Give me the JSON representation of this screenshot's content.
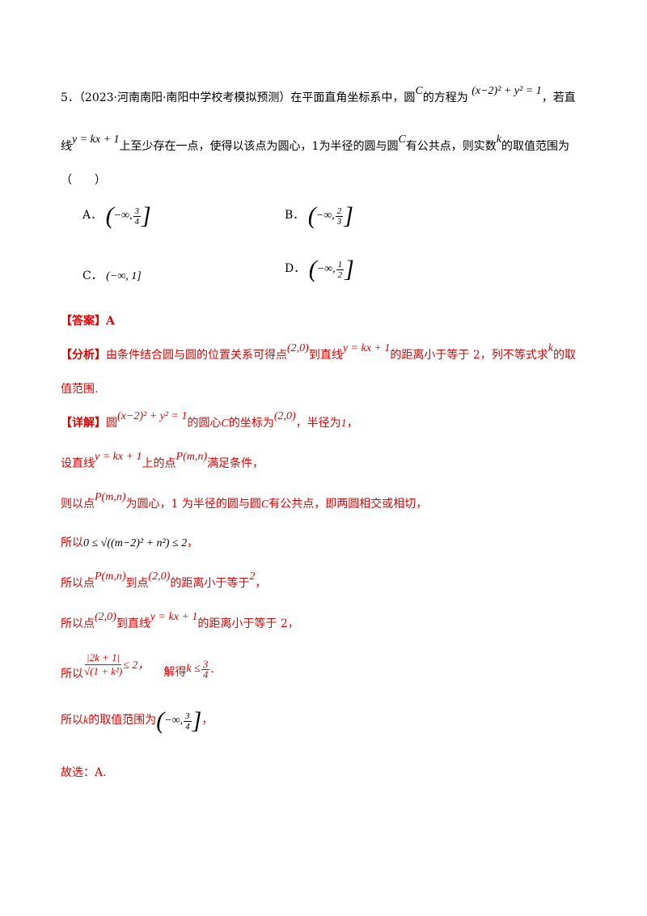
{
  "question": {
    "line1_prefix": "5．（2023·河南南阳·南阳中学校考模拟预测）在平面直角坐标系中，圆",
    "circle_name": "C",
    "line1_mid": "的方程为",
    "circle_eq": "(x−2)² + y² = 1",
    "line1_suffix": "，若直",
    "line2_prefix": "线",
    "line_eq": "y = kx + 1",
    "line2_mid1": "上至少存在一点，使得以该点为圆心，1为半径的圆与圆",
    "line2_mid2": "有公共点，则实数",
    "var_k": "k",
    "line2_suffix": "的取值范围为",
    "paren": "（　　）"
  },
  "options": [
    {
      "label": "A．",
      "interval": "(−∞, 3/4]"
    },
    {
      "label": "B．",
      "interval": "(−∞, 2/3]"
    },
    {
      "label": "C．",
      "interval": "(−∞, 1]"
    },
    {
      "label": "D．",
      "interval": "(−∞, 1/2]"
    }
  ],
  "answer": {
    "tag": "【答案】",
    "value": "A"
  },
  "analysis": {
    "tag": "【分析】",
    "text1": "由条件结合圆与圆的位置关系可得点",
    "point": "(2,0)",
    "text2": "到直线",
    "line": "y = kx + 1",
    "text3": "的距离小于等于 2，列不等式求",
    "k": "k",
    "text4": "的取",
    "text5": "值范围."
  },
  "detail": {
    "tag": "【详解】",
    "l1_a": "圆",
    "l1_eq": "(x−2)² + y² = 1",
    "l1_b": "的圆心",
    "l1_c": "C",
    "l1_d": "的坐标为",
    "l1_pt": "(2,0)",
    "l1_e": "，半径为",
    "l1_r": "1",
    "l1_f": "，",
    "l2_a": "设直线",
    "l2_line": "y = kx + 1",
    "l2_b": "上的点",
    "l2_p": "P(m,n)",
    "l2_c": "满足条件，",
    "l3_a": "则以点",
    "l3_p": "P(m,n)",
    "l3_b": "为圆心，1 为半径的圆与圆",
    "l3_c": "C",
    "l3_d": "有公共点，即两圆相交或相切，",
    "l4_a": "所以",
    "l4_ineq": "0 ≤ √((m−2)² + n²) ≤ 2",
    "l4_b": "，",
    "l5_a": "所以点",
    "l5_p": "P(m,n)",
    "l5_b": "到点",
    "l5_pt": "(2,0)",
    "l5_c": "的距离小于等于",
    "l5_n": "2",
    "l5_d": "，",
    "l6_a": "所以点",
    "l6_pt": "(2,0)",
    "l6_b": "到直线",
    "l6_line": "y = kx + 1",
    "l6_c": "的距离小于等于 2，",
    "l7_a": "所以",
    "l7_num": "|2k + 1|",
    "l7_den": "√(1 + k²)",
    "l7_b": "≤ 2，",
    "l7_c": "解得",
    "l7_res": "k ≤",
    "l7_fn": "3",
    "l7_fd": "4",
    "l7_d": ".",
    "l8_a": "所以",
    "l8_k": "k",
    "l8_b": "的取值范围为",
    "l8_int": "(−∞, 3/4]",
    "l8_c": "，",
    "l9": "故选：A."
  }
}
